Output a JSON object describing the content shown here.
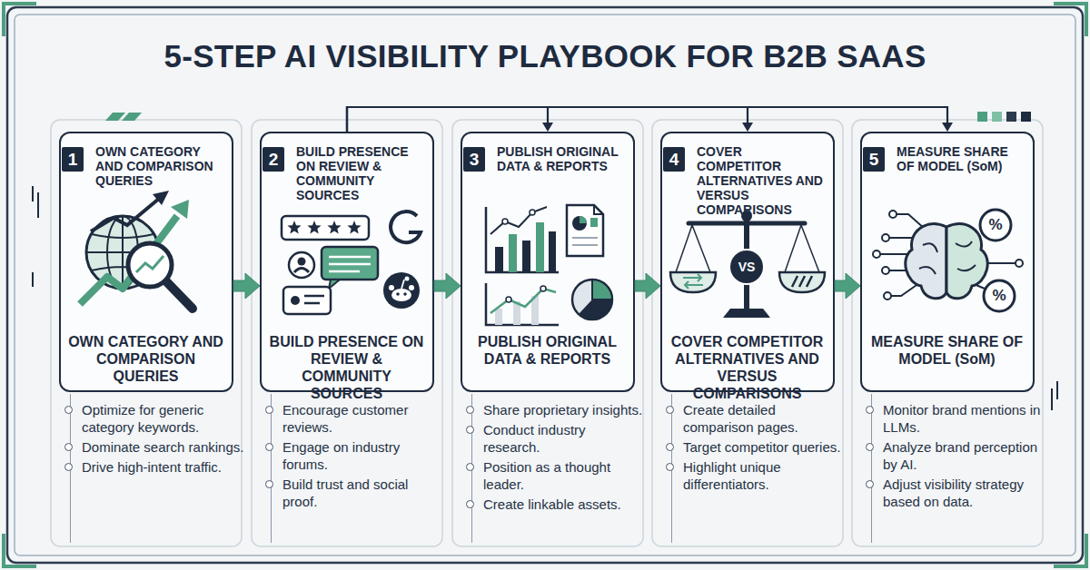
{
  "diagram": {
    "title": "5-STEP AI VISIBILITY PLAYBOOK FOR B2B SAAS",
    "nodes": [
      {
        "text": [
          "OWN CATEGORY AND COMPARISON QUERIES",
          "OWN CATEGORY AND COMPARISON QUERIES"
        ]
      },
      {
        "text": [
          "1"
        ],
        "in": 0
      },
      {
        "text": [
          "BUILD PRESENCE ON REVIEW & COMMUNITY SOURCES",
          "BUILD PRESENCE ON REVIEW & COMMUNITY SOURCES"
        ]
      },
      {
        "text": [
          "2"
        ],
        "in": 2
      },
      {
        "text": [
          "PUBLISH ORIGINAL DATA & REPORTS",
          "PUBLISH ORIGINAL DATA & REPORTS"
        ]
      },
      {
        "text": [
          "3"
        ],
        "in": 4
      },
      {
        "text": [
          "COVER COMPETITOR ALTERNATIVES AND VERSUS COMPARISONS",
          "COVER COMPETITOR ALTERNATIVES AND VERSUS COMPARISONS"
        ]
      },
      {
        "text": [
          "4"
        ],
        "in": 6
      },
      {
        "text": [
          "MEASURE SHARE OF MODEL (SoM)",
          "MEASURE SHARE OF MODEL (SoM)"
        ]
      },
      {
        "text": [
          "5"
        ],
        "in": 8
      }
    ],
    "edges": [
      {
        "from": 0,
        "to": 2,
        "arrow": "to"
      },
      {
        "from": 2,
        "to": 4,
        "arrow": "to"
      },
      {
        "from": 4,
        "to": 6,
        "arrow": "to"
      },
      {
        "from": 6,
        "to": 8,
        "arrow": "to"
      },
      {
        "from": 2,
        "to": 4,
        "arrow": "to"
      },
      {
        "from": 2,
        "to": 6,
        "arrow": "to"
      },
      {
        "from": 2,
        "to": 8,
        "arrow": "to"
      }
    ],
    "labels": [
      "Optimize for generic category keywords.",
      "Dominate search rankings.",
      "Drive high-intent traffic.",
      "Encourage customer reviews.",
      "Engage on industry forums.",
      "Build trust and social proof.",
      "Share proprietary insights.",
      "Conduct industry research.",
      "Position as a thought leader.",
      "Create linkable assets.",
      "Create detailed comparison pages.",
      "Target competitor queries.",
      "Highlight unique differentiators.",
      "Monitor brand mentions in LLMs.",
      "Analyze brand perception by AI.",
      "Adjust visibility strategy based on data.",
      "VS",
      "%",
      "%"
    ]
  }
}
